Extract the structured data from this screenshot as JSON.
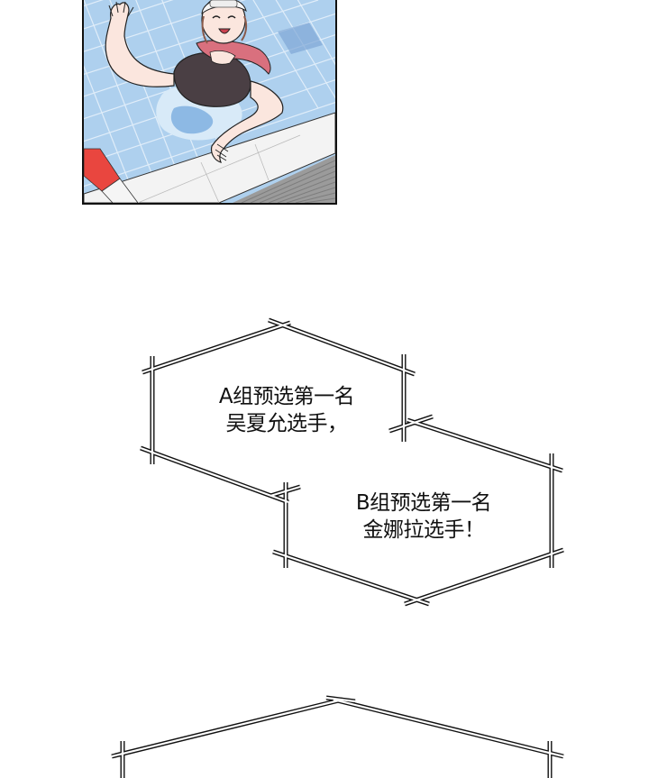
{
  "comic": {
    "panel_illustration": {
      "description": "Girl in swim cap and pink/black swimsuit waving from swimming pool edge",
      "colors": {
        "water": "#aed0ee",
        "tile_lines": "#ffffff",
        "swimsuit_pink": "#d9707e",
        "swimsuit_black": "#4a3f44",
        "skin": "#fbe6de",
        "pool_edge": "#f2f2f2",
        "deck_gray": "#9a9a9a",
        "lane_float_red": "#e9463f"
      }
    },
    "bubbles": [
      {
        "id": "bubble-a",
        "lines": [
          "A组预选第一名",
          "吴夏允选手，"
        ]
      },
      {
        "id": "bubble-b",
        "lines": [
          "B组预选第一名",
          "金娜拉选手！"
        ]
      },
      {
        "id": "bubble-c",
        "lines": []
      }
    ]
  }
}
